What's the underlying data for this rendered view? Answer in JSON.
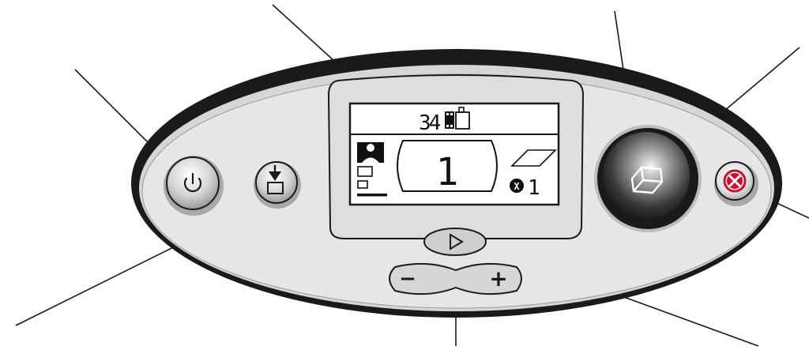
{
  "colors": {
    "outline": "#1a1a1a",
    "panel_fill": "#dcdcdc",
    "panel_inner": "#e8e8e8",
    "lcd_bg": "#ffffff",
    "cancel_red": "#c8102e",
    "button_fill": "#d9d9d9"
  },
  "display": {
    "photos_remaining": "34",
    "copies_count": "1",
    "copies_prefix_symbol": "X",
    "print_count": "1"
  },
  "buttons": {
    "minus_label": "−",
    "plus_label": "+"
  },
  "icons": [
    "power-icon",
    "save-icon",
    "film-icon",
    "camera-icon",
    "portrait-icon",
    "print-icon",
    "cancel-icon",
    "play-icon",
    "paper-icon"
  ]
}
